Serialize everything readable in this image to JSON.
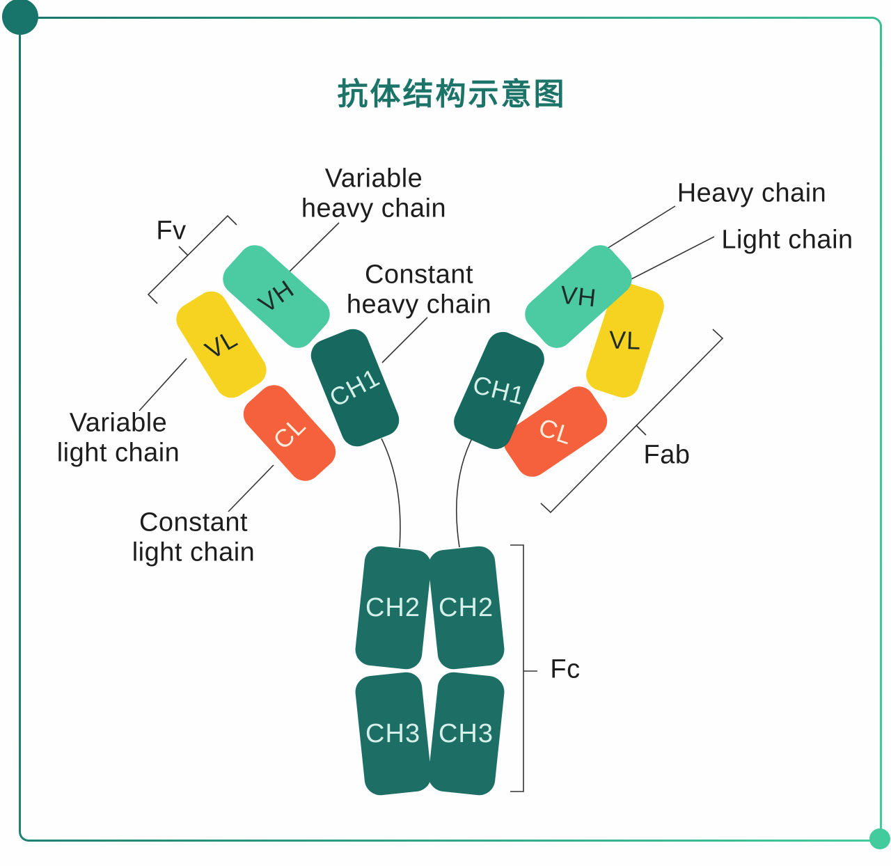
{
  "title": "抗体结构示意图",
  "colors": {
    "mint": "#4ccaa2",
    "yellow": "#f6d320",
    "orange": "#f4613c",
    "teal_dark": "#17695f",
    "teal_mid": "#1d6f66",
    "block_light_text": "#d5efe9",
    "cl_text": "#fdecdc",
    "block_dark_text": "#1e2b27",
    "label_text": "#1d1d1d",
    "title_color": "#1c7468",
    "frame_start": "#17756b",
    "frame_end": "#42cb9c",
    "line_color": "#333333"
  },
  "domains": {
    "vh_left": "VH",
    "vl_left": "VL",
    "ch1_left": "CH1",
    "cl_left": "CL",
    "vh_right": "VH",
    "vl_right": "VL",
    "ch1_right": "CH1",
    "cl_right": "CL",
    "ch2_left": "CH2",
    "ch2_right": "CH2",
    "ch3_left": "CH3",
    "ch3_right": "CH3"
  },
  "labels": {
    "variable_heavy": {
      "line1": "Variable",
      "line2": "heavy chain"
    },
    "heavy_chain": "Heavy chain",
    "light_chain": "Light chain",
    "constant_heavy": {
      "line1": "Constant",
      "line2": "heavy chain"
    },
    "variable_light": {
      "line1": "Variable",
      "line2": "light chain"
    },
    "constant_light": {
      "line1": "Constant",
      "line2": "light chain"
    },
    "fv": "Fv",
    "fab": "Fab",
    "fc": "Fc"
  }
}
